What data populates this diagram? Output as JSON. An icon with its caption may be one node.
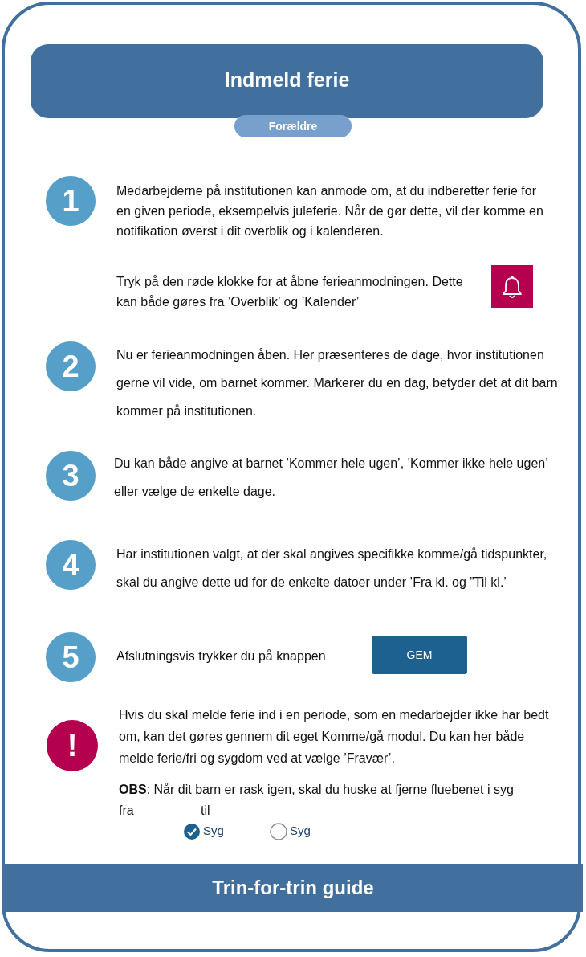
{
  "diagram": {
    "nodes": [
      {
        "text": [
          "Indmeld ferie"
        ]
      },
      {
        "text": [
          "Forældre"
        ]
      },
      {
        "text": [
          "1"
        ],
        "beside": [
          "Medarbejderne på institutionen kan anmode om, at du indberetter ferie for en given periode, eksempelvis juleferie. Når de gør dette, vil der komme en notifikation øverst i dit overblik og i kalenderen.",
          "Tryk på den røde klokke for at åbne ferieanmodningen. Dette kan både gøres fra ’Overblik’ og ’Kalender’"
        ]
      },
      {
        "text": [
          "2"
        ],
        "beside": [
          "Nu er ferieanmodningen åben. Her præsenteres de dage, hvor institutionen gerne vil vide, om barnet kommer. Markerer du en dag, betyder det at dit barn kommer på institutionen."
        ]
      },
      {
        "text": [
          "3"
        ],
        "beside": [
          "Du kan både angive at barnet ’Kommer hele ugen’, ’Kommer ikke hele ugen’ eller vælge de enkelte dage."
        ]
      },
      {
        "text": [
          "4"
        ],
        "beside": [
          "Har institutionen valgt, at der skal angives specifikke komme/gå tidspunkter, skal du angive dette ud for de enkelte datoer under ’Fra kl. og ”Til kl.’"
        ]
      },
      {
        "text": [
          "5"
        ],
        "beside": [
          "Afslutningsvis trykker du på knappen"
        ]
      },
      {
        "text": [
          "!"
        ],
        "beside": [
          "Hvis du skal melde ferie ind i en periode, som en medarbejder ikke har bedt om, kan det gøres gennem dit eget Komme/gå modul. Du kan her både melde ferie/fri og sygdom ved at vælge ’Fravær’.",
          "**OBS**: Når dit barn er rask igen, skal du huske at fjerne fluebenet i syg"
        ]
      },
      {
        "text": [
          "GEM"
        ]
      },
      {
        "text": [
          "Trin-for-trin guide"
        ]
      }
    ],
    "labels": [
      "fra",
      "til",
      "Syg",
      "Syg"
    ]
  }
}
